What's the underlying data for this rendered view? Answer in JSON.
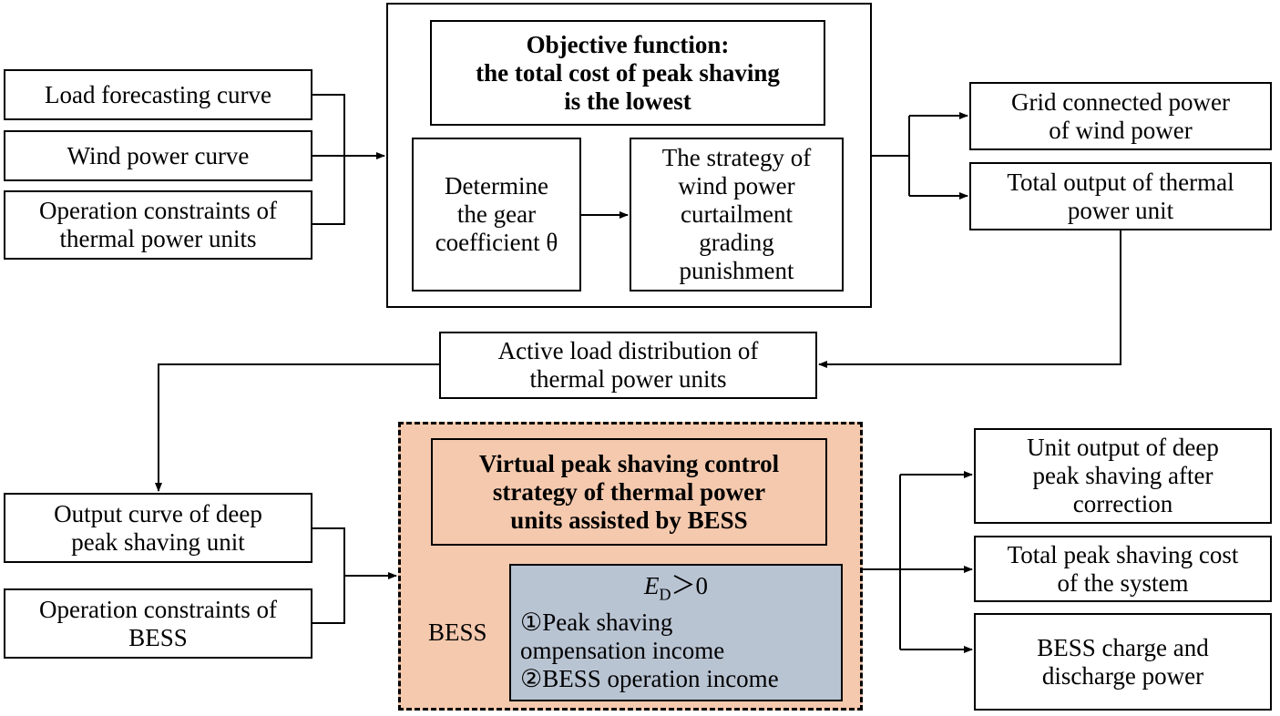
{
  "inputs": {
    "load_forecast": "Load forecasting curve",
    "wind_power": "Wind power curve",
    "thermal_constraints": "Operation constraints of\nthermal power units"
  },
  "top_block": {
    "objective": "Objective function:\nthe total cost of peak shaving\nis the lowest",
    "gear": "Determine\nthe gear\ncoefficient θ",
    "strategy": "The strategy of\nwind power\ncurtailment\ngrading\npunishment"
  },
  "top_outputs": {
    "grid_power": "Grid connected power\nof wind power",
    "thermal_output": "Total output of thermal\npower unit"
  },
  "middle": {
    "active_load": "Active load distribution of\nthermal power units"
  },
  "lower_inputs": {
    "deep_peak_curve": "Output curve of deep\npeak shaving unit",
    "bess_constraints": "Operation constraints of\nBESS"
  },
  "bottom_block": {
    "control_strategy": "Virtual peak shaving control\nstrategy of thermal power\nunits assisted by BESS",
    "bess_label": "BESS",
    "condition_var": "E",
    "condition_sub": "D",
    "condition_rel": "＞0",
    "income_1": "①Peak shaving\nompensation income",
    "income_2": "②BESS operation income"
  },
  "bottom_outputs": {
    "unit_output": "Unit output of deep\npeak shaving after\ncorrection",
    "total_cost": "Total peak shaving cost\nof the system",
    "bess_power": "BESS charge and\ndischarge power"
  }
}
